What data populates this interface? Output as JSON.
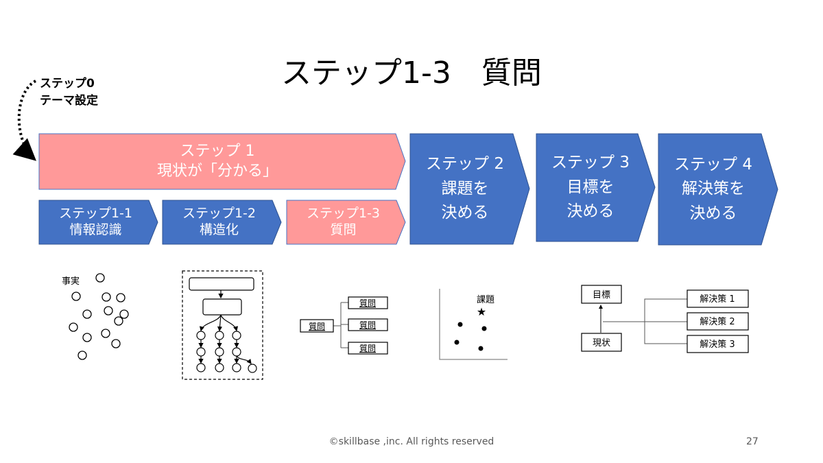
{
  "title": "ステップ1-3　質問",
  "step0": {
    "line1": "ステップ0",
    "line2": "テーマ設定"
  },
  "steps": {
    "s1": {
      "line1": "ステップ 1",
      "line2": "現状が「分かる」"
    },
    "s1_1": {
      "line1": "ステップ1-1",
      "line2": "情報認識"
    },
    "s1_2": {
      "line1": "ステップ1-2",
      "line2": "構造化"
    },
    "s1_3": {
      "line1": "ステップ1-3",
      "line2": "質問"
    },
    "s2": {
      "line1": "ステップ 2",
      "line2": "課題を",
      "line3": "決める"
    },
    "s3": {
      "line1": "ステップ 3",
      "line2": "目標を",
      "line3": "決める"
    },
    "s4": {
      "line1": "ステップ 4",
      "line2": "解決策を",
      "line3": "決める"
    }
  },
  "colors": {
    "blue": "#4472C4",
    "pink": "#FF9999"
  },
  "diagrams": {
    "facts_label": "事実",
    "question_root": "質問",
    "question_children": [
      "質問",
      "質問",
      "質問"
    ],
    "issue_label": "課題",
    "goal_label": "目標",
    "current_label": "現状",
    "solutions": [
      "解決策 1",
      "解決策 2",
      "解決策 3"
    ]
  },
  "footer": "©skillbase ,inc. All rights reserved",
  "page_number": "27"
}
